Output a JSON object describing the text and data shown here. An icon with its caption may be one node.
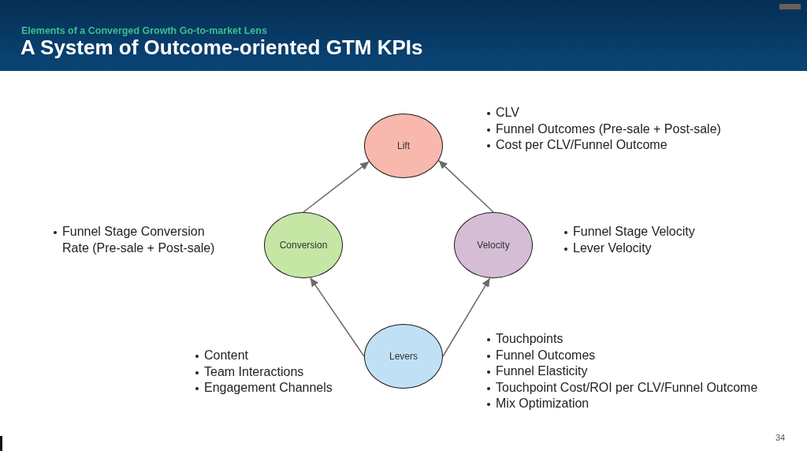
{
  "diagram": {
    "title": "A System of Outcome-oriented GTM KPIs",
    "nodes": [
      {
        "text": [
          "Lift"
        ],
        "beside": [
          "CLV",
          "Funnel Outcomes (Pre-sale + Post-sale)",
          "Cost per CLV/Funnel Outcome"
        ]
      },
      {
        "text": [
          "Conversion"
        ],
        "beside": [
          "Funnel Stage Conversion Rate (Pre-sale + Post-sale)"
        ]
      },
      {
        "text": [
          "Velocity"
        ],
        "beside": [
          "Funnel Stage Velocity",
          "Lever Velocity"
        ]
      },
      {
        "text": [
          "Levers"
        ],
        "beside": [
          "Content",
          "Team Interactions",
          "Engagement Channels",
          "Touchpoints",
          "Funnel Outcomes",
          "Funnel Elasticity",
          "Touchpoint Cost/ROI per CLV/Funnel Outcome",
          "Mix Optimization"
        ]
      }
    ],
    "edges": [
      {
        "from": 1,
        "to": 0,
        "arrow": "to"
      },
      {
        "from": 2,
        "to": 0,
        "arrow": "to"
      },
      {
        "from": 3,
        "to": 1,
        "arrow": "to"
      },
      {
        "from": 3,
        "to": 2,
        "arrow": "to"
      }
    ],
    "labels": [
      "Elements of a Converged Growth Go-to-market Lens",
      "34"
    ]
  }
}
